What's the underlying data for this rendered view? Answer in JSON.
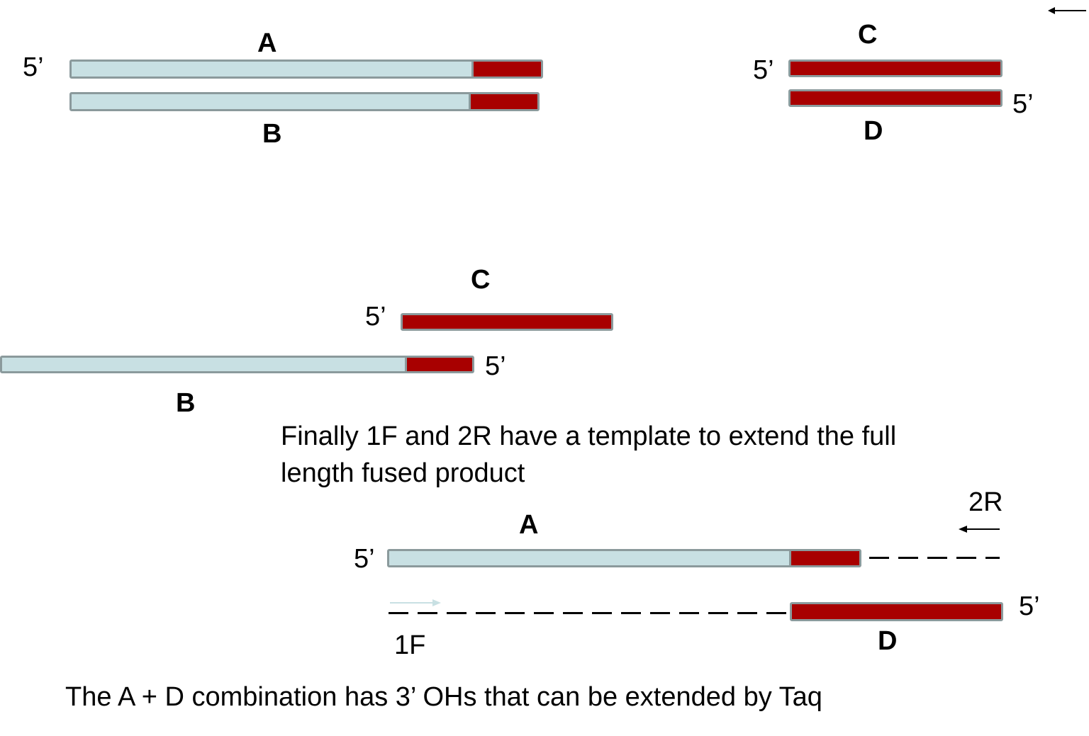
{
  "labels": {
    "strand_a": "A",
    "strand_b": "B",
    "strand_c": "C",
    "strand_d": "D",
    "five_prime": "5’",
    "primer_1f": "1F",
    "primer_2r": "2R"
  },
  "captions": {
    "finally_line1": "Finally 1F and 2R have a template to extend the full",
    "finally_line2": "length fused product",
    "combination": "The A + D combination has 3’ OHs that can be extended by Taq"
  },
  "colors": {
    "template_strand": "#c8e0e3",
    "overlap_strand": "#a80000",
    "strand_border": "#8b9a9c",
    "arrow_1f": "#c8e0e3",
    "arrow_2r": "#000000"
  }
}
